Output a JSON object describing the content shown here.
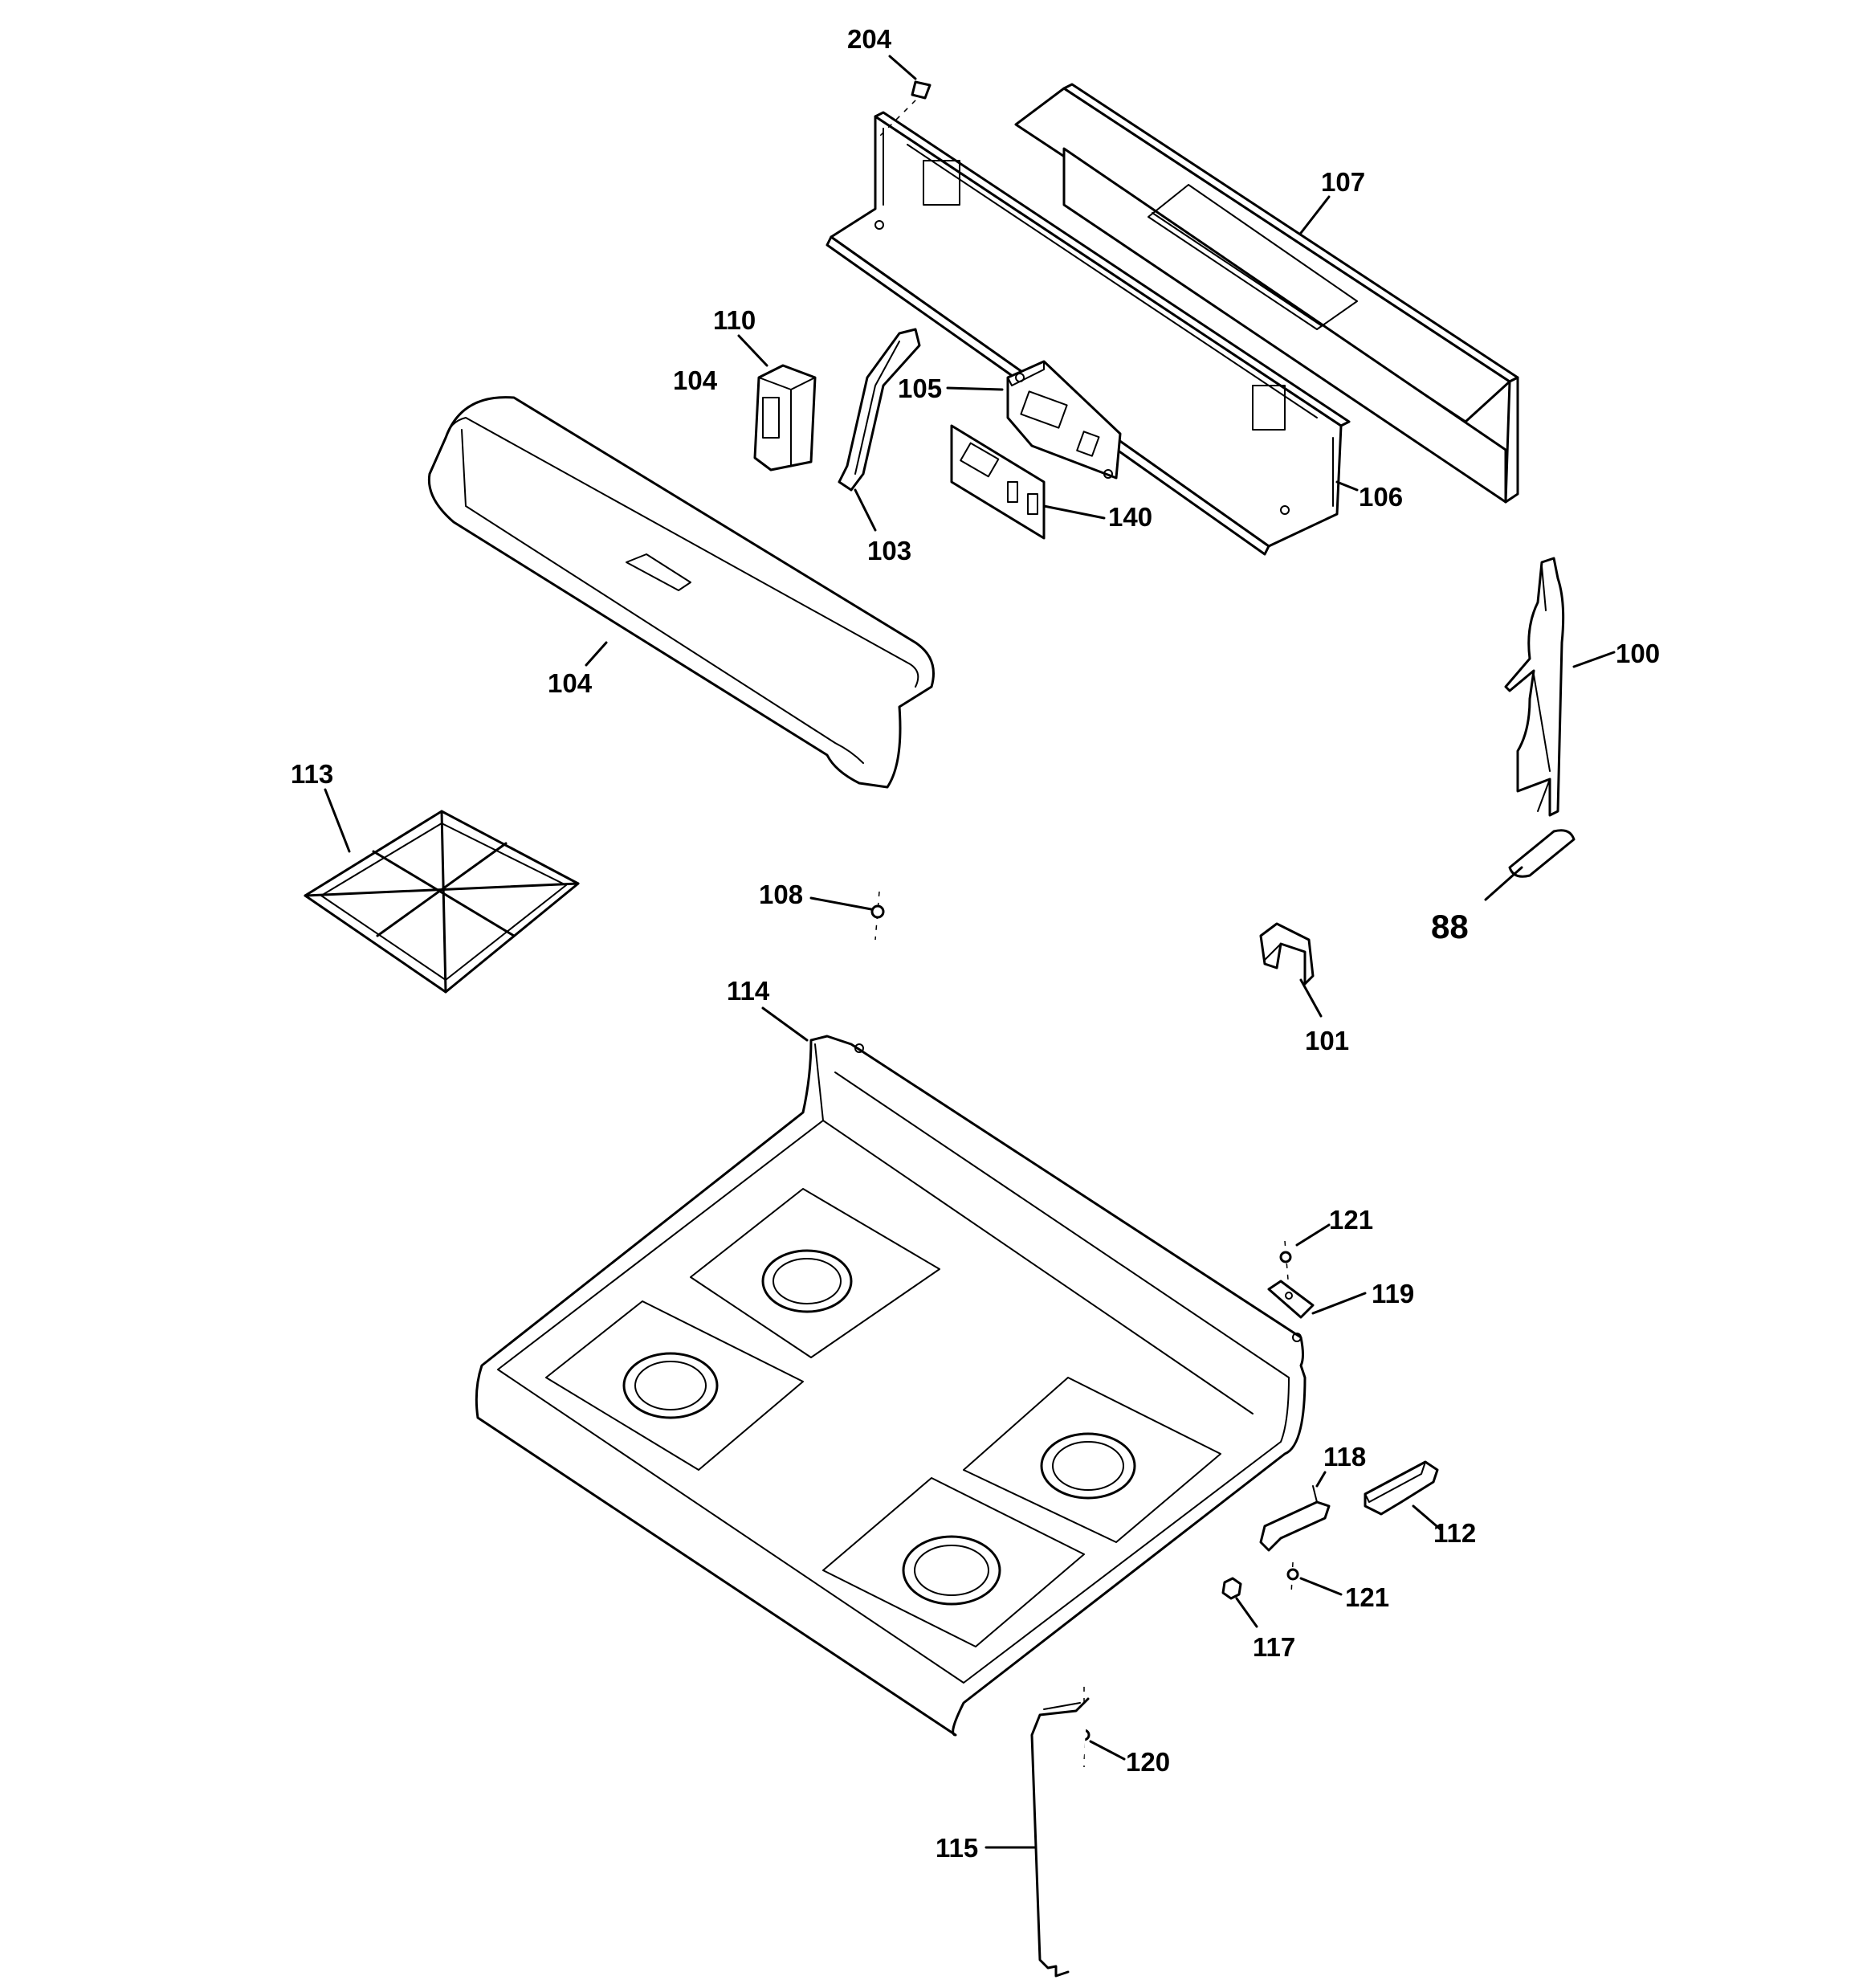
{
  "diagram": {
    "labels": {
      "p204": "204",
      "p107": "107",
      "p110": "110",
      "p104_knob": "104",
      "p105": "105",
      "p106": "106",
      "p140": "140",
      "p103": "103",
      "p104_panel": "104",
      "p100": "100",
      "p113": "113",
      "p108": "108",
      "p88": "88",
      "p114": "114",
      "p101": "101",
      "p121_top": "121",
      "p119": "119",
      "p118": "118",
      "p112": "112",
      "p121_bottom": "121",
      "p117": "117",
      "p120": "120",
      "p115": "115"
    }
  }
}
